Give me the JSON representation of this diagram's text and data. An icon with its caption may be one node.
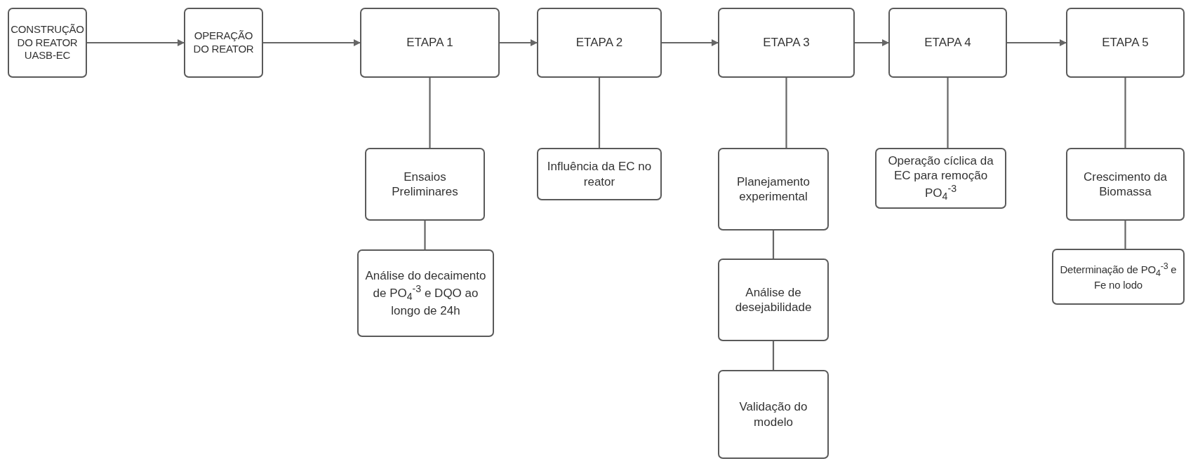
{
  "diagram": {
    "nodes": [
      {
        "text": [
          "CONSTRUÇÃO DO REATOR UASB-EC"
        ]
      },
      {
        "text": [
          "OPERAÇÃO DO REATOR"
        ]
      },
      {
        "text": [
          "ETAPA 1"
        ]
      },
      {
        "text": [
          "ETAPA 2"
        ]
      },
      {
        "text": [
          "ETAPA 3"
        ]
      },
      {
        "text": [
          "ETAPA 4"
        ]
      },
      {
        "text": [
          "ETAPA 5"
        ]
      },
      {
        "text": [
          "Ensaios Preliminares"
        ]
      },
      {
        "text": [
          "Análise do decaimento de PO$_{4}$$^{-3}$ e DQO ao longo de 24h"
        ]
      },
      {
        "text": [
          "Influência da EC no reator"
        ]
      },
      {
        "text": [
          "Planejamento experimental"
        ]
      },
      {
        "text": [
          "Análise de desejabilidade"
        ]
      },
      {
        "text": [
          "Validação do modelo"
        ]
      },
      {
        "text": [
          "Operação cíclica da EC para remoção PO$_{4}$$^{-3}$"
        ]
      },
      {
        "text": [
          "Crescimento da Biomassa"
        ]
      },
      {
        "text": [
          "Determinação de PO$_{4}$$^{-3}$ e Fe no lodo"
        ]
      }
    ],
    "edges": [
      {
        "from": 0,
        "to": 1,
        "arrow": "to"
      },
      {
        "from": 1,
        "to": 2,
        "arrow": "to"
      },
      {
        "from": 2,
        "to": 3,
        "arrow": "to"
      },
      {
        "from": 3,
        "to": 4,
        "arrow": "to"
      },
      {
        "from": 4,
        "to": 5,
        "arrow": "to"
      },
      {
        "from": 5,
        "to": 6,
        "arrow": "to"
      },
      {
        "from": 2,
        "to": 7,
        "arrow": "none"
      },
      {
        "from": 7,
        "to": 8,
        "arrow": "none"
      },
      {
        "from": 3,
        "to": 9,
        "arrow": "none"
      },
      {
        "from": 4,
        "to": 10,
        "arrow": "none"
      },
      {
        "from": 10,
        "to": 11,
        "arrow": "none"
      },
      {
        "from": 11,
        "to": 12,
        "arrow": "none"
      },
      {
        "from": 5,
        "to": 13,
        "arrow": "none"
      },
      {
        "from": 6,
        "to": 14,
        "arrow": "none"
      },
      {
        "from": 14,
        "to": 15,
        "arrow": "none"
      }
    ]
  }
}
